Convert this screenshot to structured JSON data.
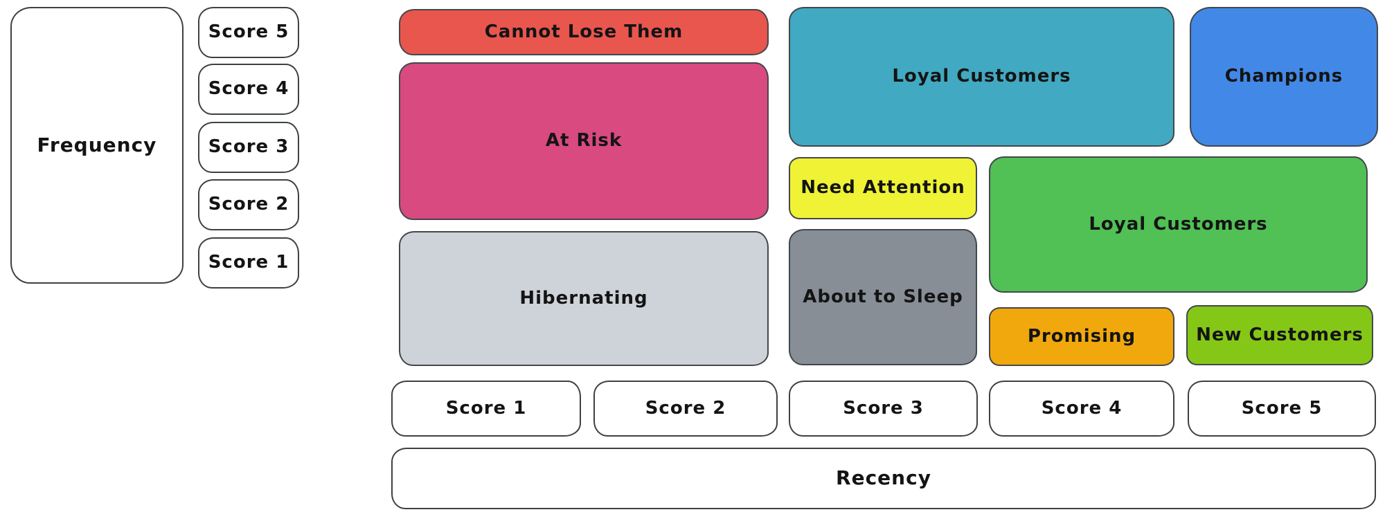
{
  "diagram": {
    "axes": {
      "frequency": "Frequency",
      "recency": "Recency"
    },
    "frequency_scores": [
      "Score 5",
      "Score 4",
      "Score 3",
      "Score 2",
      "Score 1"
    ],
    "recency_scores": [
      "Score 1",
      "Score 2",
      "Score 3",
      "Score 4",
      "Score 5"
    ],
    "segments": [
      {
        "label": "Cannot Lose Them",
        "color": "#e8564e"
      },
      {
        "label": "At Risk",
        "color": "#d84a80"
      },
      {
        "label": "Hibernating",
        "color": "#ced3da"
      },
      {
        "label": "Loyal Customers",
        "color": "#41a9c1"
      },
      {
        "label": "Champions",
        "color": "#4288e7"
      },
      {
        "label": "Need Attention",
        "color": "#eff235"
      },
      {
        "label": "Loyal Customers",
        "color": "#51c055"
      },
      {
        "label": "About to Sleep",
        "color": "#878e96"
      },
      {
        "label": "Promising",
        "color": "#f0a80d"
      },
      {
        "label": "New Customers",
        "color": "#85c717"
      }
    ],
    "colors": {
      "background": "#ffffff",
      "stroke": "#3d4043",
      "ink": "#141414"
    }
  }
}
